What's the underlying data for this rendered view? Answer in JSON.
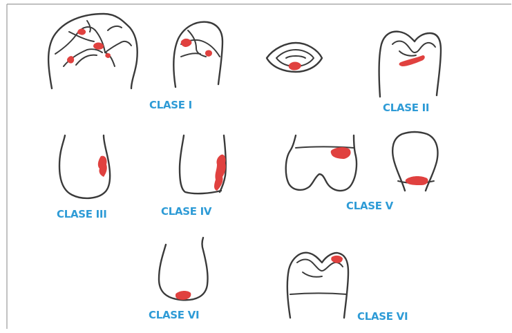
{
  "colors": {
    "label": "#2e9bd6",
    "caries": "#e0413f",
    "outline": "#3a3a3a",
    "border": "#9a9a9a"
  },
  "labels": {
    "clase_1": "CLASE I",
    "clase_2": "CLASE II",
    "clase_3": "CLASE III",
    "clase_4": "CLASE IV",
    "clase_5": "CLASE V",
    "clase_6_left": "CLASE VI",
    "clase_6_right": "CLASE VI"
  }
}
